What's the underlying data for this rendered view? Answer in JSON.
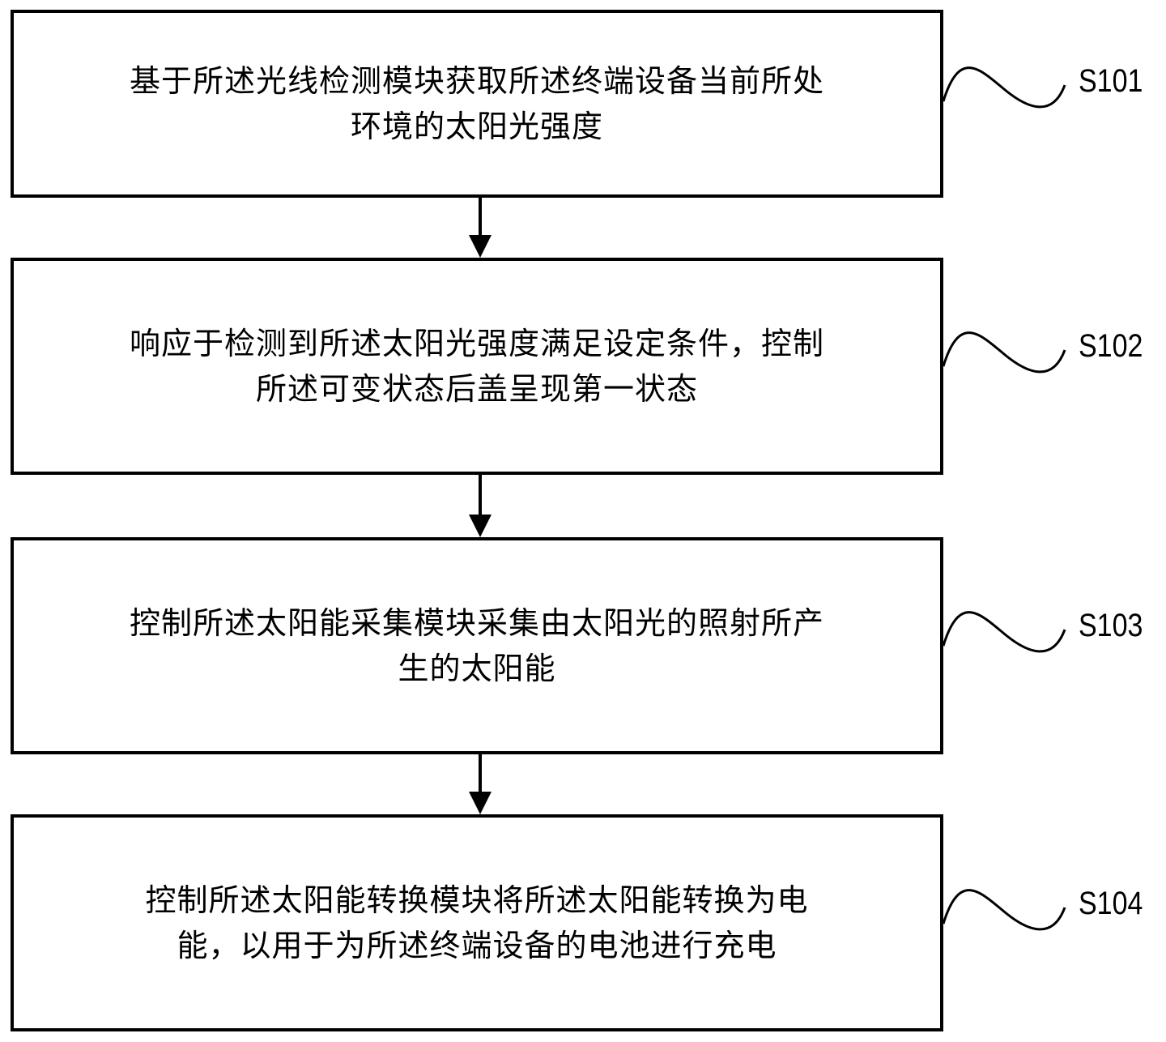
{
  "flowchart": {
    "steps": [
      {
        "id": "S101",
        "lines": [
          "基于所述光线检测模块获取所述终端设备当前所处",
          "环境的太阳光强度"
        ]
      },
      {
        "id": "S102",
        "lines": [
          "响应于检测到所述太阳光强度满足设定条件，控制",
          "所述可变状态后盖呈现第一状态"
        ]
      },
      {
        "id": "S103",
        "lines": [
          "控制所述太阳能采集模块采集由太阳光的照射所产",
          "生的太阳能"
        ]
      },
      {
        "id": "S104",
        "lines": [
          "控制所述太阳能转换模块将所述太阳能转换为电",
          "能，以用于为所述终端设备的电池进行充电"
        ]
      }
    ],
    "colors": {
      "stroke": "#000000",
      "background": "#ffffff"
    }
  }
}
